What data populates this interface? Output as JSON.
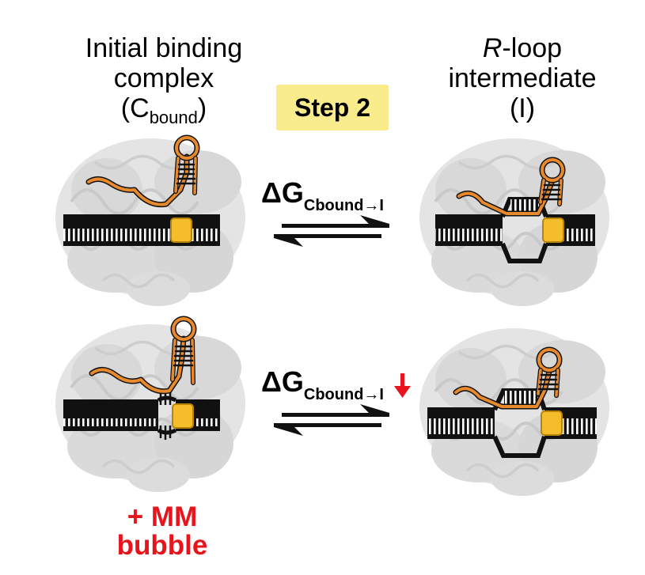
{
  "left_title": {
    "line1": "Initial binding",
    "line2": "complex",
    "paren_open": "(C",
    "sub": "bound",
    "paren_close": ")"
  },
  "right_title": {
    "italic": "R",
    "line1_rest": "-loop",
    "line2": "intermediate",
    "line3": "(I)"
  },
  "step_label": "Step 2",
  "delta_g": {
    "main": "ΔG",
    "sub": "Cbound→I"
  },
  "mm_label": {
    "line1": "+ MM",
    "line2": "bubble"
  },
  "colors": {
    "rna": "#e8892b",
    "pam_box": "#f5bd2b",
    "highlight": "#f8ec8c",
    "red": "#e8141c",
    "protein": "#dcdcdc"
  }
}
